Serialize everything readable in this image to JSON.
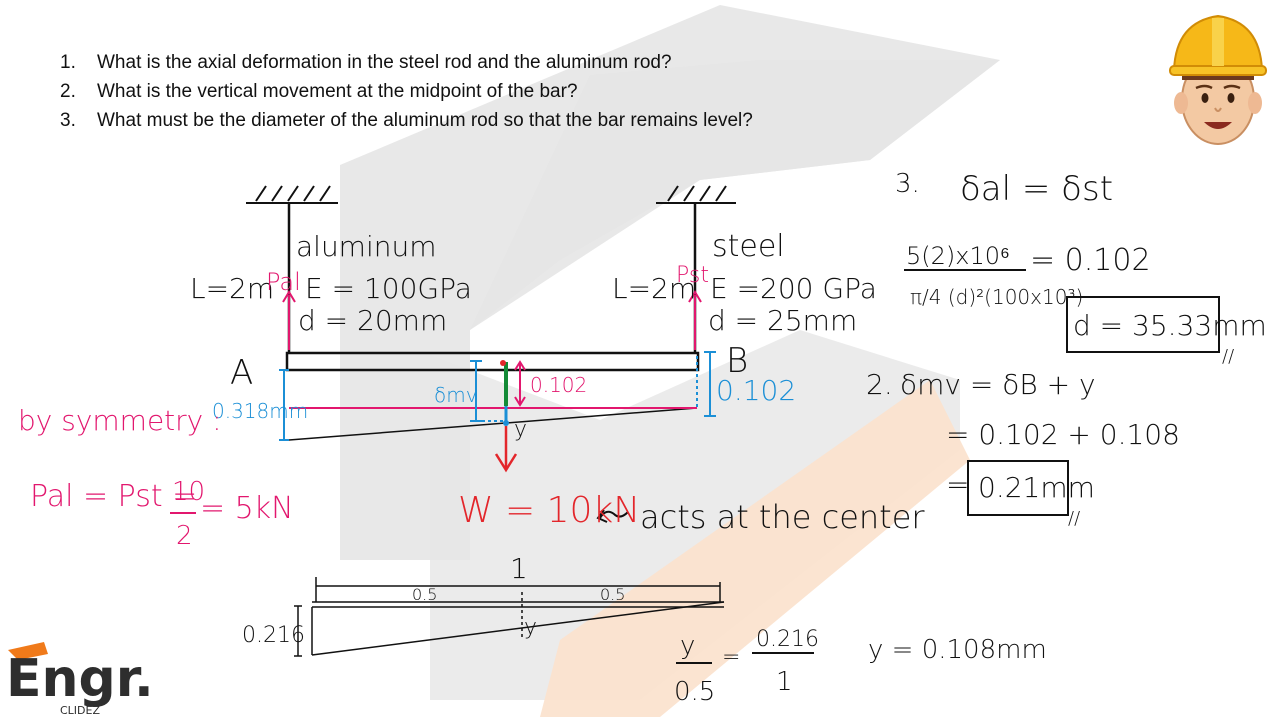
{
  "questions": [
    {
      "num": "1.",
      "text": "What is the axial deformation in the steel rod and the aluminum rod?"
    },
    {
      "num": "2.",
      "text": "What is the vertical movement at the midpoint of the bar?"
    },
    {
      "num": "3.",
      "text": "What must be the diameter of the aluminum rod so that the bar remains level?"
    }
  ],
  "left_rod": {
    "name": "aluminum",
    "length": "L=2m",
    "force": "Pal",
    "modulus": "E = 100GPa",
    "diameter": "d = 20mm",
    "support": "A",
    "deformation": "0.318mm"
  },
  "right_rod": {
    "name": "steel",
    "length": "L=2m",
    "force": "Pst",
    "modulus": "E =200 GPa",
    "diameter": "d = 25mm",
    "support": "B",
    "deformation": "0.102"
  },
  "bar": {
    "mid_label": "δmv",
    "y_label": "y",
    "mid_value": "0.102"
  },
  "load": {
    "label": "W = 10kN",
    "note": "acts at the center"
  },
  "symmetry": {
    "heading": "by symmetry :",
    "lhs": "Pal = Pst =",
    "num": "10",
    "den": "2",
    "result": "= 5kN"
  },
  "part3": {
    "label": "3.",
    "equation": "δal = δst",
    "frac_num": "5(2)x10⁶",
    "frac_den": "π/4 (d)²(100x10³)",
    "equals": "= 0.102",
    "answer": "d = 35.33mm"
  },
  "part2": {
    "label": "2.",
    "line1": "δmv = δB + y",
    "line2": "= 0.102 + 0.108",
    "answer": "0.21mm",
    "equals": "="
  },
  "similar": {
    "total": "1",
    "half_left": "0.5",
    "half_right": "0.5",
    "height": "0.216",
    "y": "y",
    "ratio_num_left": "y",
    "ratio_den_left": "0.5",
    "ratio_num_right": "0.216",
    "ratio_den_right": "1",
    "result": "y = 0.108mm"
  },
  "logo": {
    "main": "Engr.",
    "sub": "CLIDEZ"
  },
  "colors": {
    "ink": "#111111",
    "pink": "#e2176e",
    "cyan": "#1b8fd6",
    "red": "#e3262b",
    "green": "#138a36",
    "watermark_gray": "#e6e6e6",
    "watermark_peach": "#fbe3cf",
    "logo_orange": "#f07a1a"
  }
}
